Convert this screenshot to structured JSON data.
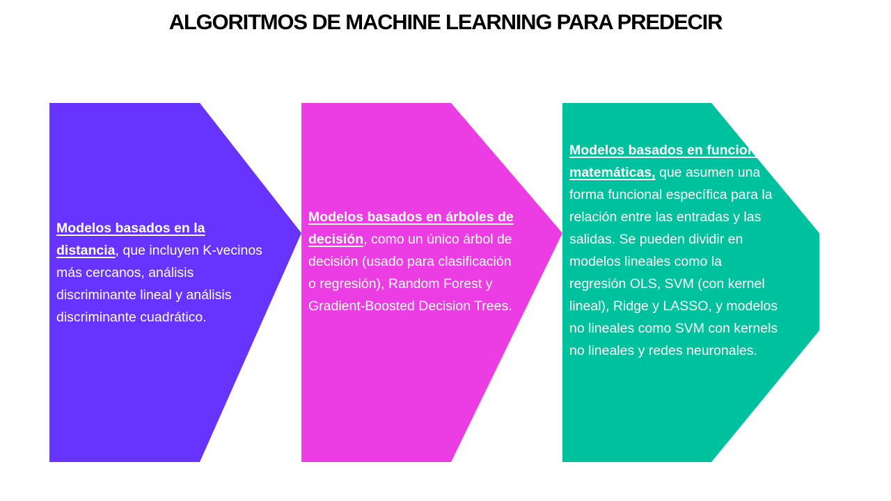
{
  "title": "ALGORITMOS DE MACHINE LEARNING PARA PREDECIR",
  "colors": {
    "step1": "#6633FF",
    "step2": "#EC3CE4",
    "step3": "#00C19E",
    "text": "#FFFFFF",
    "title": "#000000"
  },
  "steps": [
    {
      "lead": "Modelos basados en la distancia",
      "body": ", que incluyen K-vecinos más cercanos, análisis discriminante lineal y análisis discriminante cuadrático."
    },
    {
      "lead": "Modelos basados en árboles de decisión",
      "body": ", como un único árbol de decisión (usado para clasificación o regresión), Random Forest y Gradient-Boosted Decision Trees."
    },
    {
      "lead": "Modelos basados en funciones matemáticas,",
      "body": " que asumen una forma funcional específica para la relación entre las entradas y las salidas. Se pueden dividir en modelos lineales como la regresión OLS, SVM (con kernel lineal), Ridge y LASSO, y modelos no lineales como SVM con kernels no lineales y redes neuronales."
    }
  ]
}
